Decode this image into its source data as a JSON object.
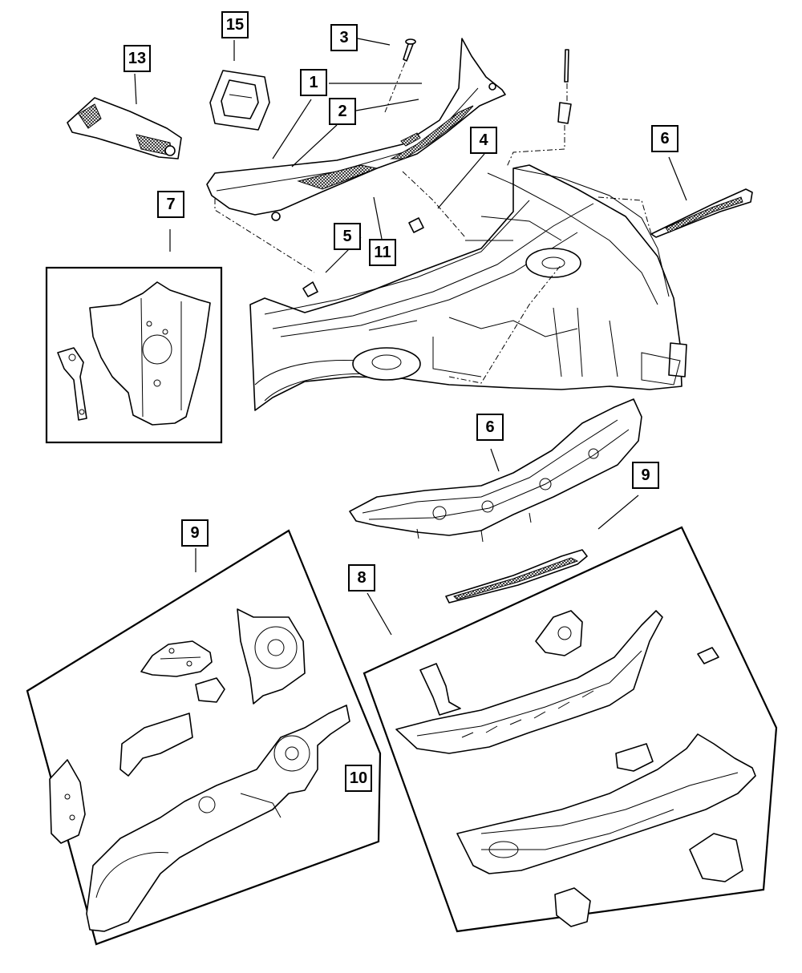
{
  "callouts": {
    "c1": "1",
    "c2": "2",
    "c3": "3",
    "c4": "4",
    "c5": "5",
    "c6_top": "6",
    "c6_mid": "6",
    "c7": "7",
    "c8": "8",
    "c9_left": "9",
    "c9_right": "9",
    "c10": "10",
    "c11": "11",
    "c13": "13",
    "c15": "15"
  }
}
